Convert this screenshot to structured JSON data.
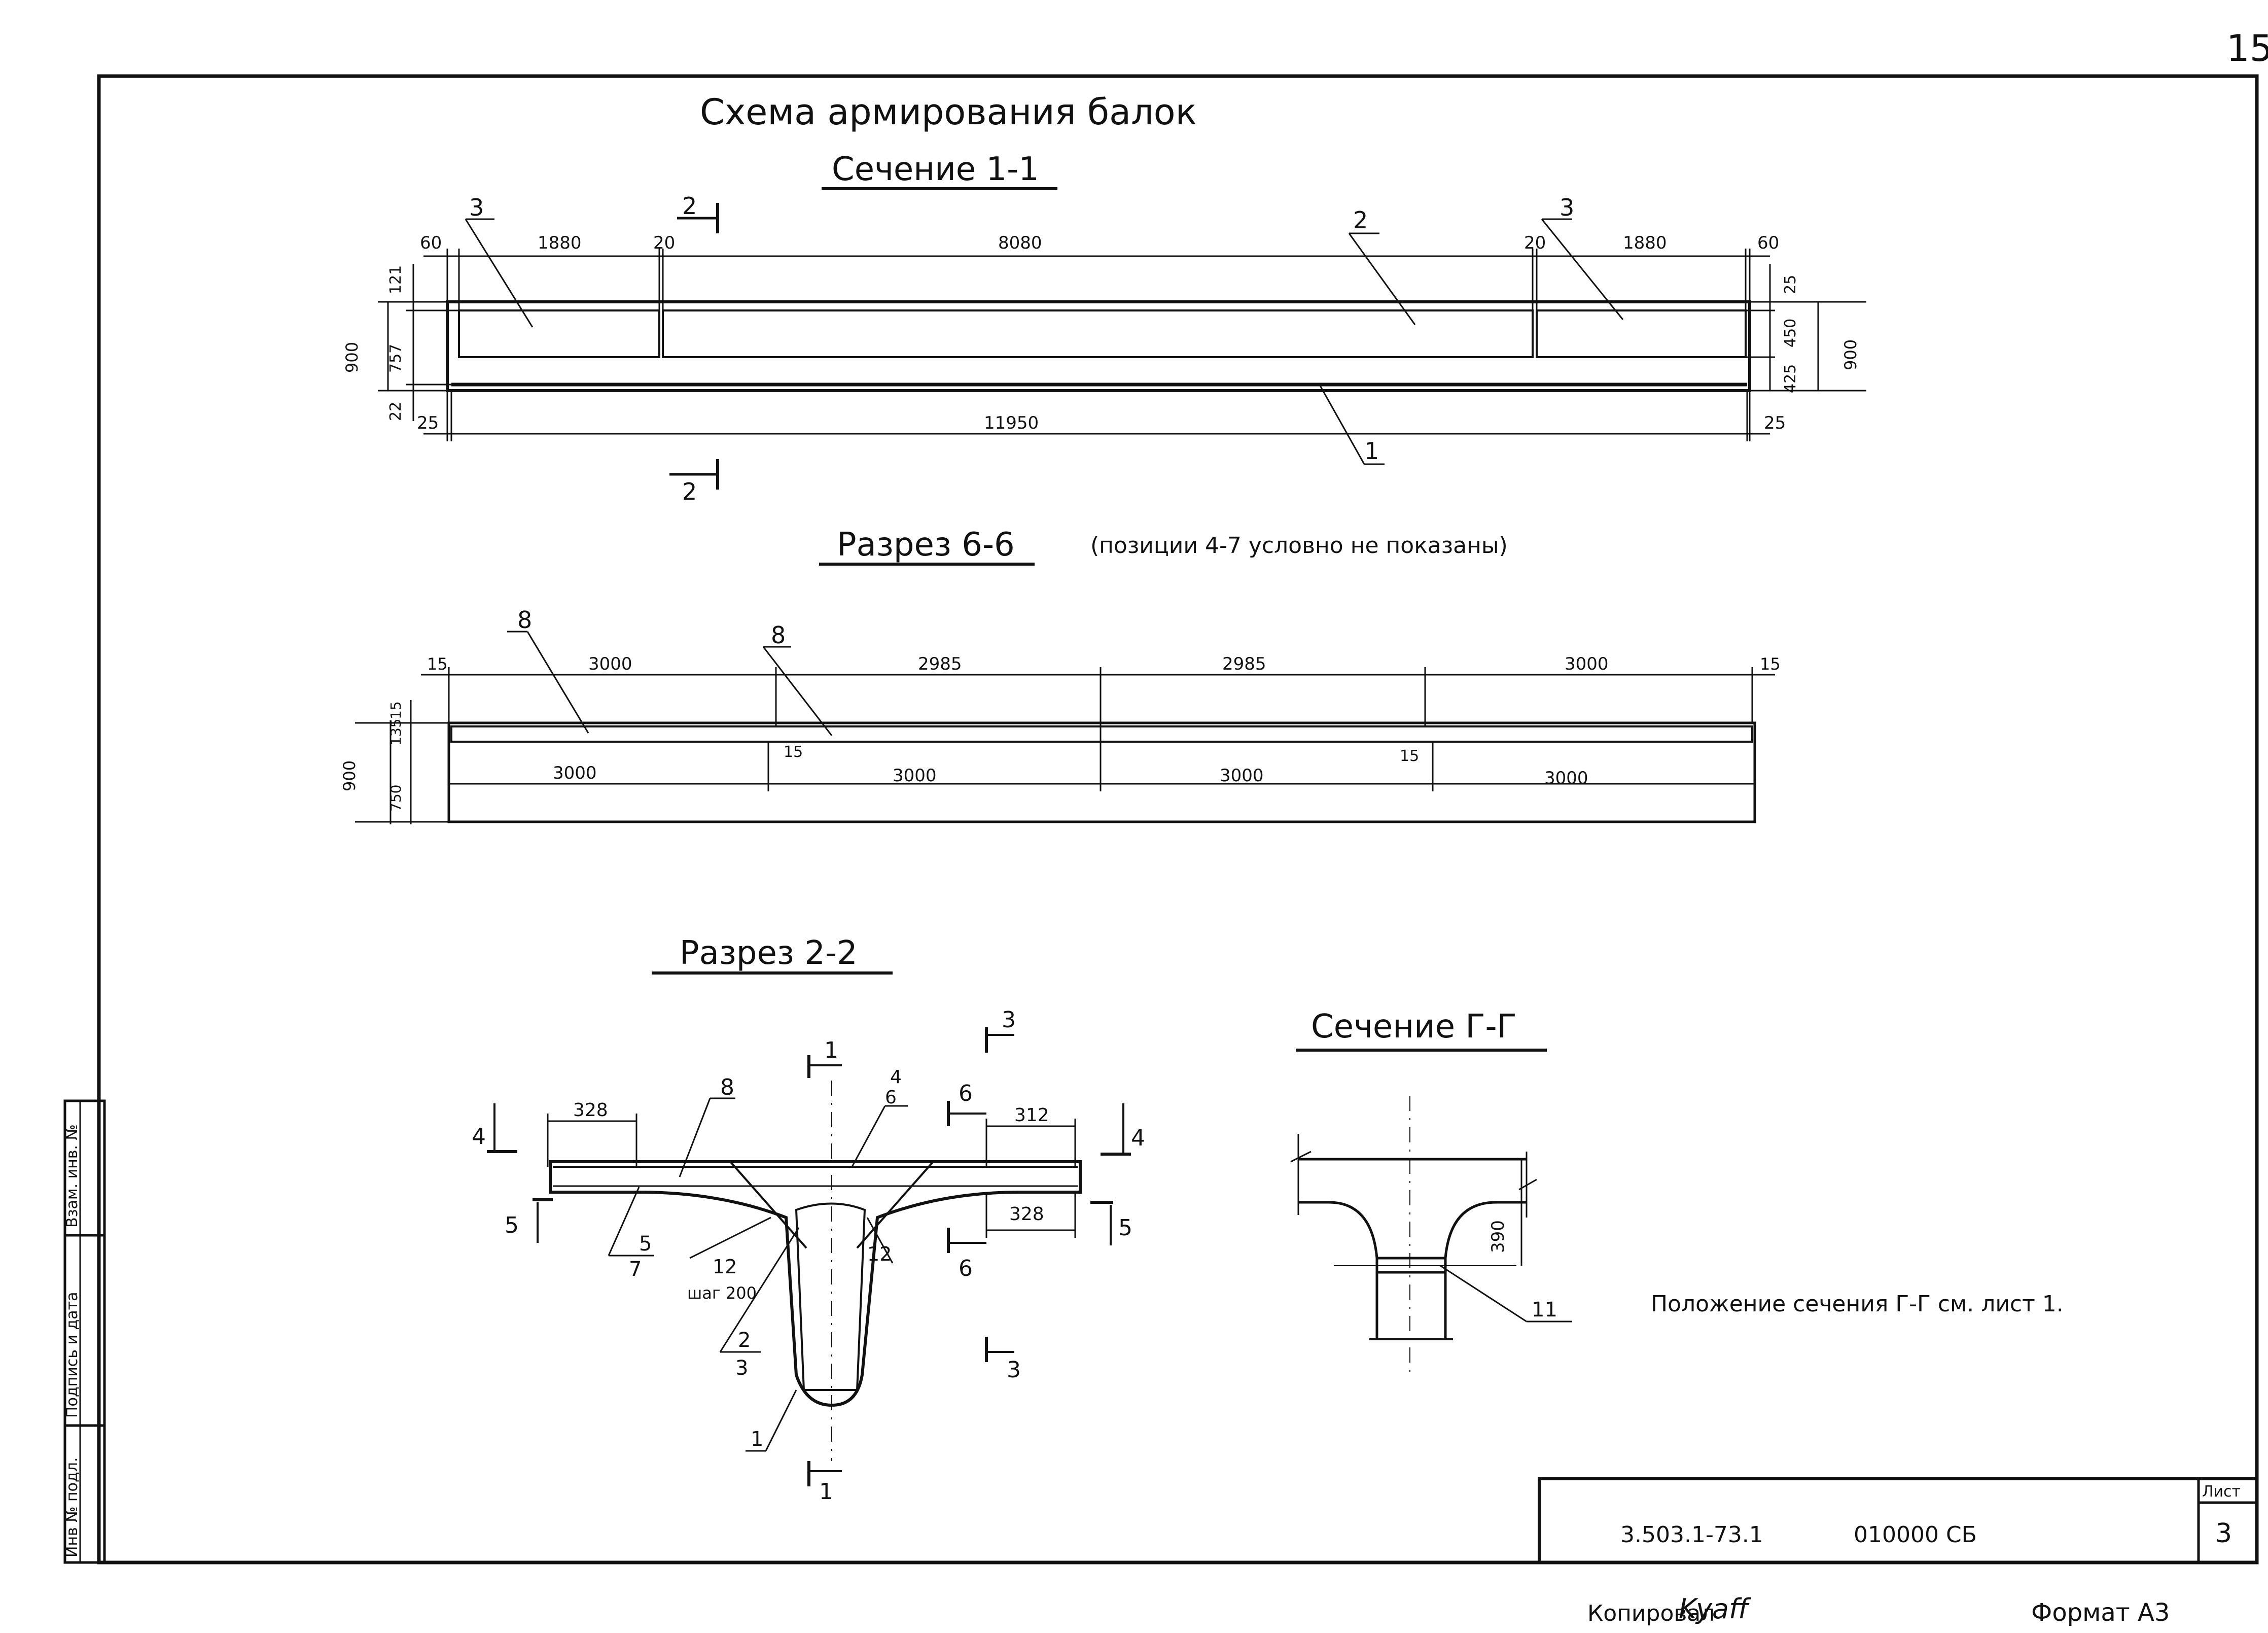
{
  "page_number": "15",
  "main_title": "Схема армирования балок",
  "section_1_1": {
    "title": "Сечение 1-1",
    "cut_labels": [
      "2",
      "2"
    ],
    "top_dims": [
      "60",
      "1880",
      "20",
      "8080",
      "20",
      "1880",
      "60"
    ],
    "bottom_dims": [
      "25",
      "11950",
      "25"
    ],
    "left_dims": [
      "900",
      "121",
      "757",
      "22"
    ],
    "right_dims": [
      "25",
      "450",
      "425",
      "900"
    ],
    "positions": [
      "3",
      "2",
      "3",
      "1"
    ]
  },
  "section_6_6": {
    "title": "Разрез 6-6",
    "note": "(позиции 4-7 условно не показаны)",
    "top_dims": [
      "15",
      "3000",
      "2985",
      "2985",
      "3000",
      "15"
    ],
    "bottom_dims": [
      "3000",
      "3000",
      "3000",
      "3000"
    ],
    "gap_labels": [
      "15",
      "15"
    ],
    "left_dims": [
      "900",
      "15",
      "135",
      "750"
    ],
    "positions": [
      "8",
      "8"
    ]
  },
  "section_2_2": {
    "title": "Разрез 2-2",
    "dims": [
      "328",
      "312",
      "328"
    ],
    "step_label": "шаг 200",
    "positions": [
      "8",
      "4",
      "6",
      "5",
      "7",
      "12",
      "12",
      "2",
      "3",
      "1"
    ],
    "cut_marks": [
      "1",
      "1",
      "3",
      "3",
      "6",
      "6",
      "4",
      "4",
      "5",
      "5"
    ]
  },
  "section_g_g": {
    "title": "Сечение Г-Г",
    "dim": "390",
    "position": "11",
    "note": "Положение сечения Г-Г см. лист 1."
  },
  "side_stamp": [
    "Инв № подл.",
    "Подпись и дата",
    "Взам. инв. №"
  ],
  "title_block": {
    "doc_code": "3.503.1-73.1",
    "doc_code_2": "010000 СБ",
    "sheet_label": "Лист",
    "sheet_number": "3"
  },
  "footer": {
    "copied_label": "Копировал",
    "signature": "Kyaff",
    "format_label": "Формат А3"
  }
}
